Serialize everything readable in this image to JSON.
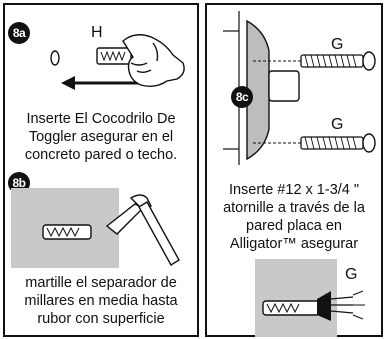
{
  "steps": {
    "step_8a": {
      "badge": "8a",
      "callout": "H",
      "caption_lines": [
        "Inserte El Cocodrilo De",
        "Toggler asegurar en el",
        "concreto pared o techo."
      ]
    },
    "step_8b": {
      "badge": "8b",
      "caption_lines": [
        "martille el separador de",
        "millares en media hasta",
        "rubor con superficie"
      ]
    },
    "step_8c": {
      "badge": "8c",
      "callout_top": "G",
      "callout_bottom": "G",
      "caption_lines": [
        "Inserte #12 x 1-3/4 \"",
        "atornille a través de la",
        "pared placa en",
        "Alligator™ asegurar"
      ]
    },
    "step_8d": {
      "callout": "G"
    }
  }
}
